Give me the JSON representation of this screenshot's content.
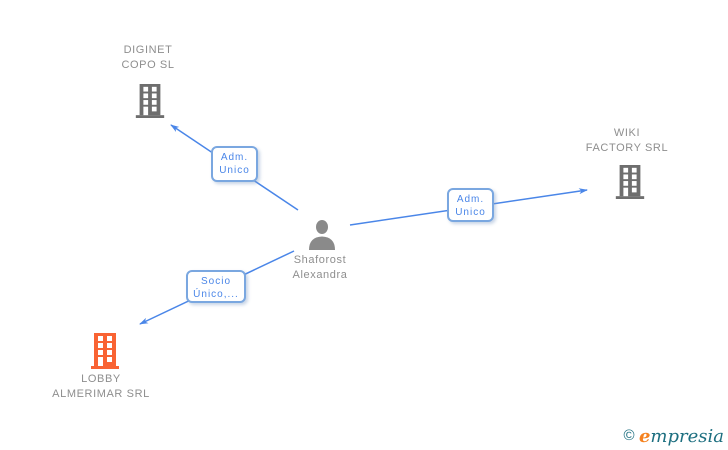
{
  "diagram": {
    "nodes": {
      "diginet": {
        "type": "company",
        "name_line1": "DIGINET",
        "name_line2": "COPO SL"
      },
      "wiki": {
        "type": "company",
        "name_line1": "WIKI",
        "name_line2": "FACTORY SRL"
      },
      "lobby": {
        "type": "company",
        "name_line1": "LOBBY",
        "name_line2": "ALMERIMAR SRL"
      },
      "person": {
        "type": "person",
        "name_line1": "Shaforost",
        "name_line2": "Alexandra"
      }
    },
    "edges": {
      "person_to_diginet": {
        "label_line1": "Adm.",
        "label_line2": "Unico"
      },
      "person_to_wiki": {
        "label_line1": "Adm.",
        "label_line2": "Unico"
      },
      "person_to_lobby": {
        "label_line1": "Socio",
        "label_line2": "Único,..."
      }
    },
    "colors": {
      "edge_blue": "#4A86E8",
      "label_border_blue": "#7AA7E0",
      "label_text_blue": "#4A86E8",
      "node_label_gray": "#8E8E8E",
      "building_gray": "#6E6E6E",
      "person_gray": "#8A8A8A",
      "building_orange": "#F96333",
      "logo_teal": "#1D6F80",
      "logo_orange": "#F5821F"
    }
  },
  "footer": {
    "copyright": "©",
    "brand_first_letter": "e",
    "brand_rest": "mpresia"
  }
}
